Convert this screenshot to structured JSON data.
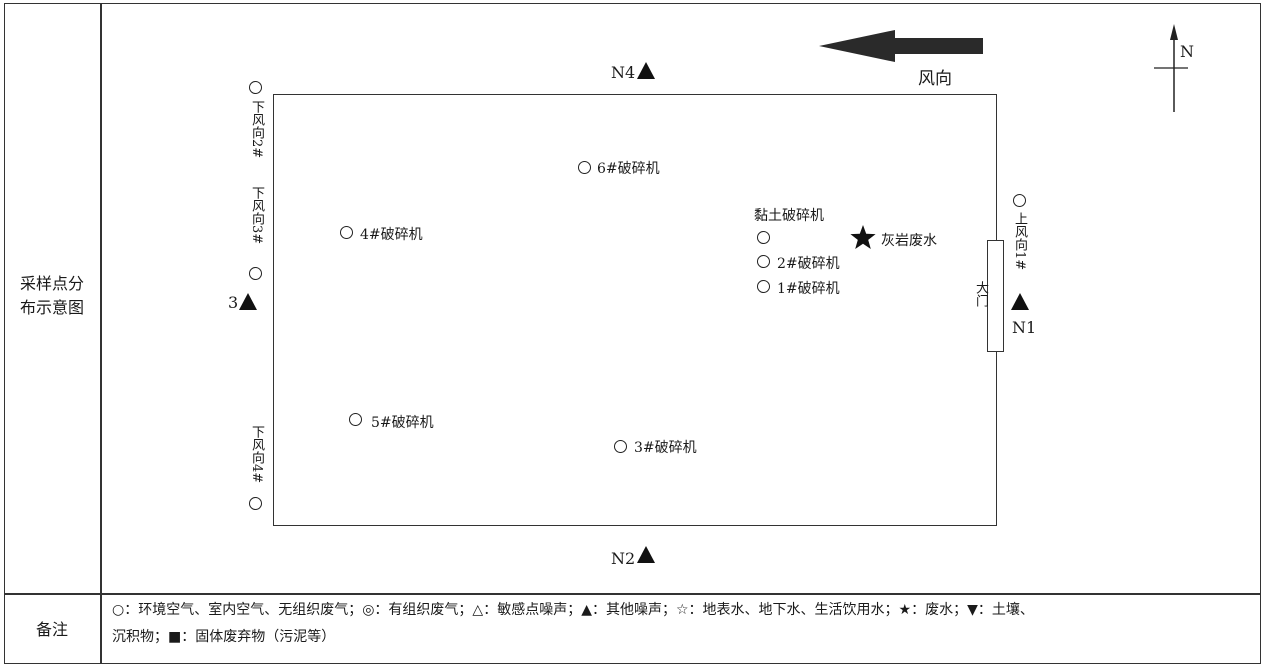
{
  "left_labels": {
    "diagram_row": "采样点分\n布示意图",
    "notes_row": "备注"
  },
  "wind": {
    "label": "风向",
    "direction": "west"
  },
  "north": {
    "label": "N"
  },
  "site": {
    "gate_label": "大门",
    "points": {
      "crusher_6": "6#破碎机",
      "crusher_4": "4#破碎机",
      "clay_crusher": "黏土破碎机",
      "crusher_2": "2#破碎机",
      "crusher_1": "1#破碎机",
      "crusher_5": "5#破碎机",
      "crusher_3": "3#破碎机",
      "limestone_wastewater": "灰岩废水"
    },
    "downwind": {
      "dw2": "下风向2#",
      "dw3": "下风向3#",
      "dw4": "下风向4#"
    },
    "upwind": {
      "uw1": "上风向1#"
    },
    "noise": {
      "n1": "N1",
      "n2": "N2",
      "n3": "3",
      "n4": "N4"
    }
  },
  "legend_note": {
    "line1": "○：环境空气、室内空气、无组织废气；◎：有组织废气；△：敏感点噪声；▲：其他噪声；☆：地表水、地下水、生活饮用水；★：废水；▼：土壤、",
    "line2": "沉积物；■：固体废弃物（污泥等）"
  },
  "colors": {
    "line": "#333333",
    "marker": "#111111"
  }
}
